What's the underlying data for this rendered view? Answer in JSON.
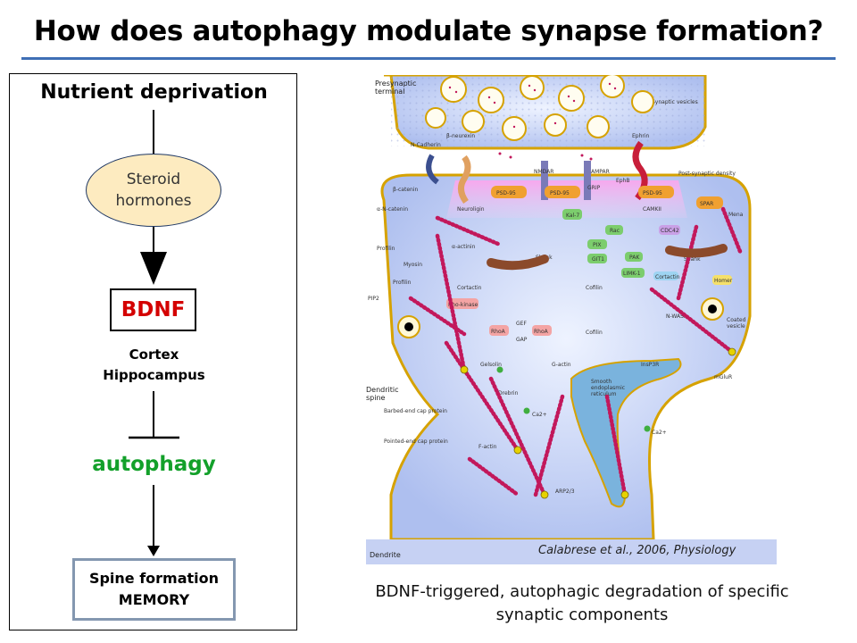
{
  "slide": {
    "title": "How does autophagy modulate synapse formation?"
  },
  "flow": {
    "trigger": "Nutrient deprivation",
    "steroid_line1": "Steroid",
    "steroid_line2": "hormones",
    "factor": "BDNF",
    "region_line1": "Cortex",
    "region_line2": "Hippocampus",
    "process": "autophagy",
    "outcome_line1": "Spine formation",
    "outcome_line2": "MEMORY"
  },
  "illustration": {
    "labels": {
      "presynaptic": [
        "Presynaptic",
        "terminal"
      ],
      "synaptic_vesicles": "Synaptic vesicles",
      "n_cadherin": "N-Cadherin",
      "beta_neurexin": "β-neurexin",
      "ephrin": "Ephrin",
      "nmdar": "NMDAR",
      "ampar": "AMPAR",
      "psd": "Post-synaptic density",
      "beta_catenin": "β-catenin",
      "alpha_catenin": "α-N-catenin",
      "neuroligin": "Neuroligin",
      "psd95": "PSD-95",
      "grip": "GRIP",
      "ephb": "EphB",
      "camkii": "CAMKII",
      "spar": "SPAR",
      "mena": "Mena",
      "profilin": "Profilin",
      "myosin": "Myosin",
      "actinin": "α-actinin",
      "kal7": "Kal-7",
      "rac": "Rac",
      "pix": "PIX",
      "git1": "GIT1",
      "pak": "PAK",
      "limk": "LIMK-1",
      "cortactin": "Cortactin",
      "cdc42": "CDC42",
      "shank": "Shank",
      "homer": "Homer",
      "pip2": "PIP2",
      "rho_kinase": "Rho-kinase",
      "gef": "GEF",
      "gap": "GAP",
      "rhoa": "RhoA",
      "cofilin": "Cofilin",
      "nwasp": "N-WASP",
      "coated_vesicle": [
        "Coated",
        "vesicle"
      ],
      "dendritic_spine": [
        "Dendritic",
        "spine"
      ],
      "gelsolin": "Gelsolin",
      "g_actin": "G-actin",
      "drebrin": "Drebrin",
      "serca": [
        "Smooth",
        "endoplasmic",
        "reticulum"
      ],
      "ip3r": "InsP3R",
      "mglur": "mGluR",
      "barbed_end": "Barbed-end cap protein",
      "pointed_end": "Pointed-end cap protein",
      "f_actin": "F-actin",
      "arp23": "ARP2/3",
      "ca2": "Ca2+",
      "dendrite": "Dendrite"
    }
  },
  "citation": "Calabrese et al., 2006, Physiology",
  "caption": {
    "line1": "BDNF-triggered, autophagic degradation of specific",
    "line2": "synaptic components"
  }
}
